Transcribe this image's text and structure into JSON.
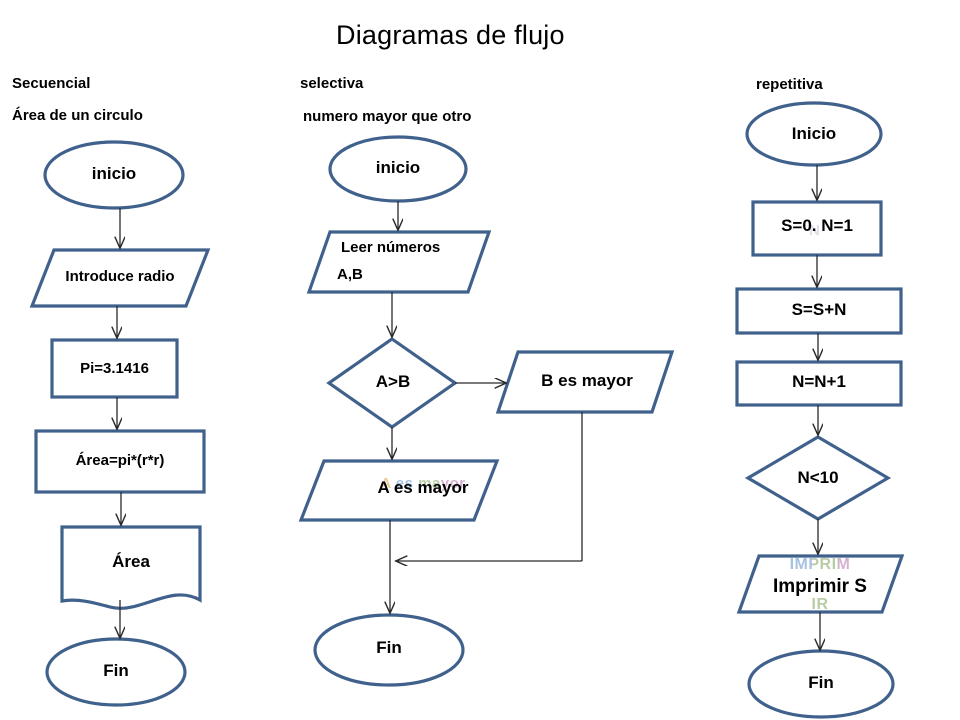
{
  "page": {
    "title": "Diagramas de flujo",
    "accent_color": "#3F618C",
    "background_color": "#FFFFFF",
    "text_color": "#000000"
  },
  "columns": [
    {
      "id": "secuencial",
      "heading": "Secuencial",
      "subheading": "Área de un circulo",
      "nodes": [
        {
          "id": "c1-inicio",
          "shape": "ellipse",
          "label": "inicio"
        },
        {
          "id": "c1-radio",
          "shape": "parallelogram",
          "label": "Introduce radio"
        },
        {
          "id": "c1-pi",
          "shape": "rectangle",
          "label": "Pi=3.1416"
        },
        {
          "id": "c1-area",
          "shape": "rectangle",
          "label": "Área=pi*(r*r)"
        },
        {
          "id": "c1-salida",
          "shape": "document",
          "label": "Área"
        },
        {
          "id": "c1-fin",
          "shape": "ellipse",
          "label": "Fin"
        }
      ]
    },
    {
      "id": "selectiva",
      "heading": "selectiva",
      "subheading": "numero mayor que otro",
      "nodes": [
        {
          "id": "c2-inicio",
          "shape": "ellipse",
          "label": "inicio"
        },
        {
          "id": "c2-leer",
          "shape": "parallelogram",
          "label_line1": "Leer números",
          "label_line2": "A,B"
        },
        {
          "id": "c2-cond",
          "shape": "diamond",
          "label": "A>B"
        },
        {
          "id": "c2-bmayor",
          "shape": "parallelogram",
          "label": "B es mayor"
        },
        {
          "id": "c2-amayor",
          "shape": "parallelogram",
          "label": "A es mayor",
          "ghost_label": "A es mayor"
        },
        {
          "id": "c2-fin",
          "shape": "ellipse",
          "label": "Fin"
        }
      ]
    },
    {
      "id": "repetitiva",
      "heading": "repetitiva",
      "subheading": "",
      "nodes": [
        {
          "id": "c3-inicio",
          "shape": "ellipse",
          "label": "Inicio"
        },
        {
          "id": "c3-init",
          "shape": "rectangle",
          "label": "S=0. N=1",
          "ghost_label": "N"
        },
        {
          "id": "c3-suma",
          "shape": "rectangle",
          "label": "S=S+N"
        },
        {
          "id": "c3-incr",
          "shape": "rectangle",
          "label": "N=N+1"
        },
        {
          "id": "c3-cond",
          "shape": "diamond",
          "label": "N<10"
        },
        {
          "id": "c3-imprimir",
          "shape": "parallelogram",
          "label": "Imprimir S",
          "ghost_label_top": "IMPRIM",
          "ghost_label_bottom": "IR"
        },
        {
          "id": "c3-fin",
          "shape": "ellipse",
          "label": "Fin"
        }
      ]
    }
  ]
}
